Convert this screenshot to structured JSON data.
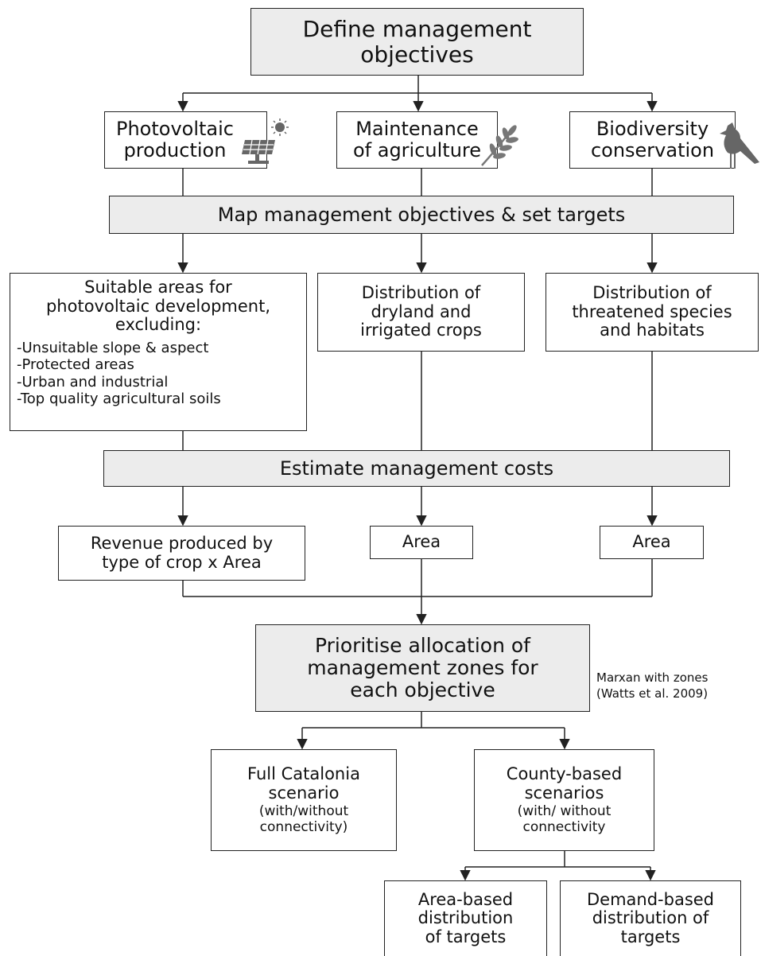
{
  "title": "Define management\nobjectives",
  "objectives": [
    {
      "label": "Photovoltaic\nproduction",
      "icon": "solar-panel-icon"
    },
    {
      "label": "Maintenance\nof agriculture",
      "icon": "wheat-icon"
    },
    {
      "label": "Biodiversity\nconservation",
      "icon": "bird-icon"
    }
  ],
  "step_map": "Map management objectives & set targets",
  "maps": {
    "pv_title": "Suitable areas for\nphotovoltaic development,\nexcluding:",
    "pv_exclusions": [
      "-Unsuitable slope & aspect",
      "-Protected areas",
      "-Urban and industrial",
      "-Top quality agricultural soils"
    ],
    "agri": "Distribution of\ndryland and\nirrigated crops",
    "bio": "Distribution of\nthreatened species\nand habitats"
  },
  "step_costs": "Estimate management costs",
  "costs": {
    "pv": "Revenue produced by\ntype of crop x Area",
    "agri": "Area",
    "bio": "Area"
  },
  "step_prioritise": "Prioritise allocation of\nmanagement zones for\neach objective",
  "tool_note": "Marxan with zones\n(Watts et al. 2009)",
  "scenarios": {
    "full": "Full Catalonia\nscenario",
    "full_sub": "(with/without\nconnectivity)",
    "county": "County-based\nscenarios",
    "county_sub": "(with/ without\nconnectivity"
  },
  "targets": {
    "area": "Area-based\ndistribution\nof targets",
    "demand": "Demand-based\ndistribution of\ntargets"
  },
  "colors": {
    "box_fill": "#ececec",
    "line": "#222222",
    "icon": "#666666"
  }
}
